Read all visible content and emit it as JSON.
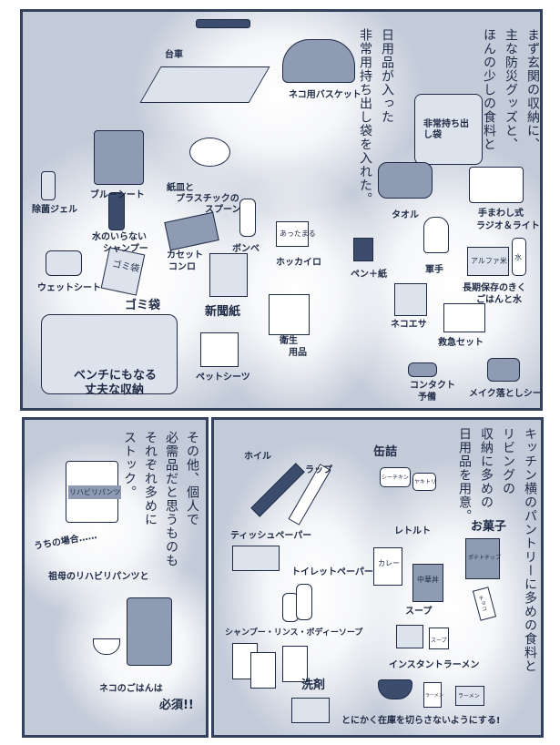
{
  "top_panel": {
    "narration": [
      "まず玄関の収納に、",
      "主な防災グッズと、",
      "ほんの少しの食料と",
      "日用品が入った",
      "非常用持ち出し袋を入れた。"
    ],
    "items": [
      "台車",
      "ネコ用バスケット",
      "非常持ち出し袋",
      "ブルーシート",
      "紙皿と",
      "プラスチックの",
      "スプーン",
      "除菌ジェル",
      "タオル",
      "手まわし式",
      "ラジオ＆ライト",
      "水のいらない",
      "シャンプー",
      "カセット",
      "コンロ",
      "ボンベ",
      "ホッカイロ",
      "ペン＋紙",
      "軍手",
      "ウェットシート",
      "長期保存のきく",
      "ごはんと水",
      "ゴミ袋",
      "新聞紙",
      "ネコエサ",
      "衛生",
      "用品",
      "救急セット",
      "ベンチにもなる",
      "丈夫な収納",
      "ペットシーツ",
      "コンタクト",
      "予備",
      "メイク落としシート"
    ],
    "object_text": {
      "gomi_bag": "ゴミ袋",
      "kairo": "あったまる",
      "alpha_rice": "アルファ米",
      "water": "水"
    }
  },
  "bottom_left_panel": {
    "narration": [
      "その他、個人で",
      "必需品だと思うものも",
      "それぞれ多めに",
      "ストック。"
    ],
    "items": [
      "うちの場合……",
      "祖母のリハビリパンツと",
      "ネコのごはんは",
      "必須!!"
    ],
    "object_text": {
      "pants_bag": "リハビリパンツ"
    }
  },
  "bottom_right_panel": {
    "narration": [
      "キッチン横のパントリーに多めの食料と",
      "リビングの",
      "収納に多めの",
      "日用品を用意。"
    ],
    "items": [
      "ホイル",
      "ラップ",
      "缶詰",
      "ティッシュペーパー",
      "レトルト",
      "お菓子",
      "トイレットペーパー",
      "スープ",
      "シャンプー・リンス・ボディーソープ",
      "インスタントラーメン",
      "洗剤",
      "とにかく在庫を切らさないようにする!"
    ],
    "object_text": {
      "tuna": "シーチキン",
      "yakitori": "ヤキトリ",
      "curry": "カレー",
      "chuka": "中華丼",
      "chips": "ポテトチップ",
      "choco": "チョコ",
      "soup": "スープ",
      "ramen1": "ラーメン",
      "ramen2": "ラーメン"
    }
  }
}
